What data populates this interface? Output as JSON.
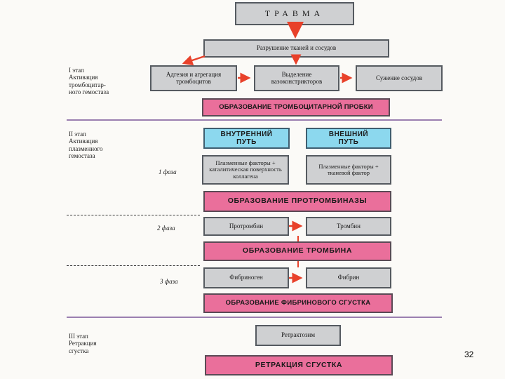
{
  "header": {
    "trauma": "ТРАВМА"
  },
  "stage1": {
    "label": "I этап\nАктивация\nтромбоцитар-\nного гемостаза",
    "destruction": "Разрушение тканей и сосудов",
    "adhesion": "Адгезия и агрегация тромбоцитов",
    "vasoconstrictors": "Выделение вазоконстрикторов",
    "narrowing": "Сужение сосудов",
    "result": "ОБРАЗОВАНИЕ ТРОМБОЦИТАРНОЙ ПРОБКИ"
  },
  "stage2": {
    "label": "II этап\nАктивация\nплазменного\nгемостаза",
    "phase1": "1 фаза",
    "phase2": "2 фаза",
    "phase3": "3 фаза",
    "internal_path": "ВНУТРЕННИЙ ПУТЬ",
    "external_path": "ВНЕШНИЙ ПУТЬ",
    "internal_factors": "Плазменные факторы + каталитическая поверхность коллагена",
    "external_factors": "Плазменные факторы + тканевой фактор",
    "prothrombinase": "ОБРАЗОВАНИЕ ПРОТРОМБИНАЗЫ",
    "prothrombin": "Протромбин",
    "thrombin": "Тромбин",
    "thrombin_formation": "ОБРАЗОВАНИЕ ТРОМБИНА",
    "fibrinogen": "Фибриноген",
    "fibrin": "Фибрин",
    "clot_formation": "ОБРАЗОВАНИЕ ФИБРИНОВОГО СГУСТКА"
  },
  "stage3": {
    "label": "III этап\nРетракция\nсгустка",
    "retractozyme": "Ретрактозим",
    "retraction": "РЕТРАКЦИЯ СГУСТКА"
  },
  "page_number": "32",
  "colors": {
    "pink": "#ea6f9b",
    "cyan": "#8cd8ee",
    "gray": "#cfd0d2",
    "arrow": "#e8412a",
    "divider": "#9a7fb0"
  }
}
